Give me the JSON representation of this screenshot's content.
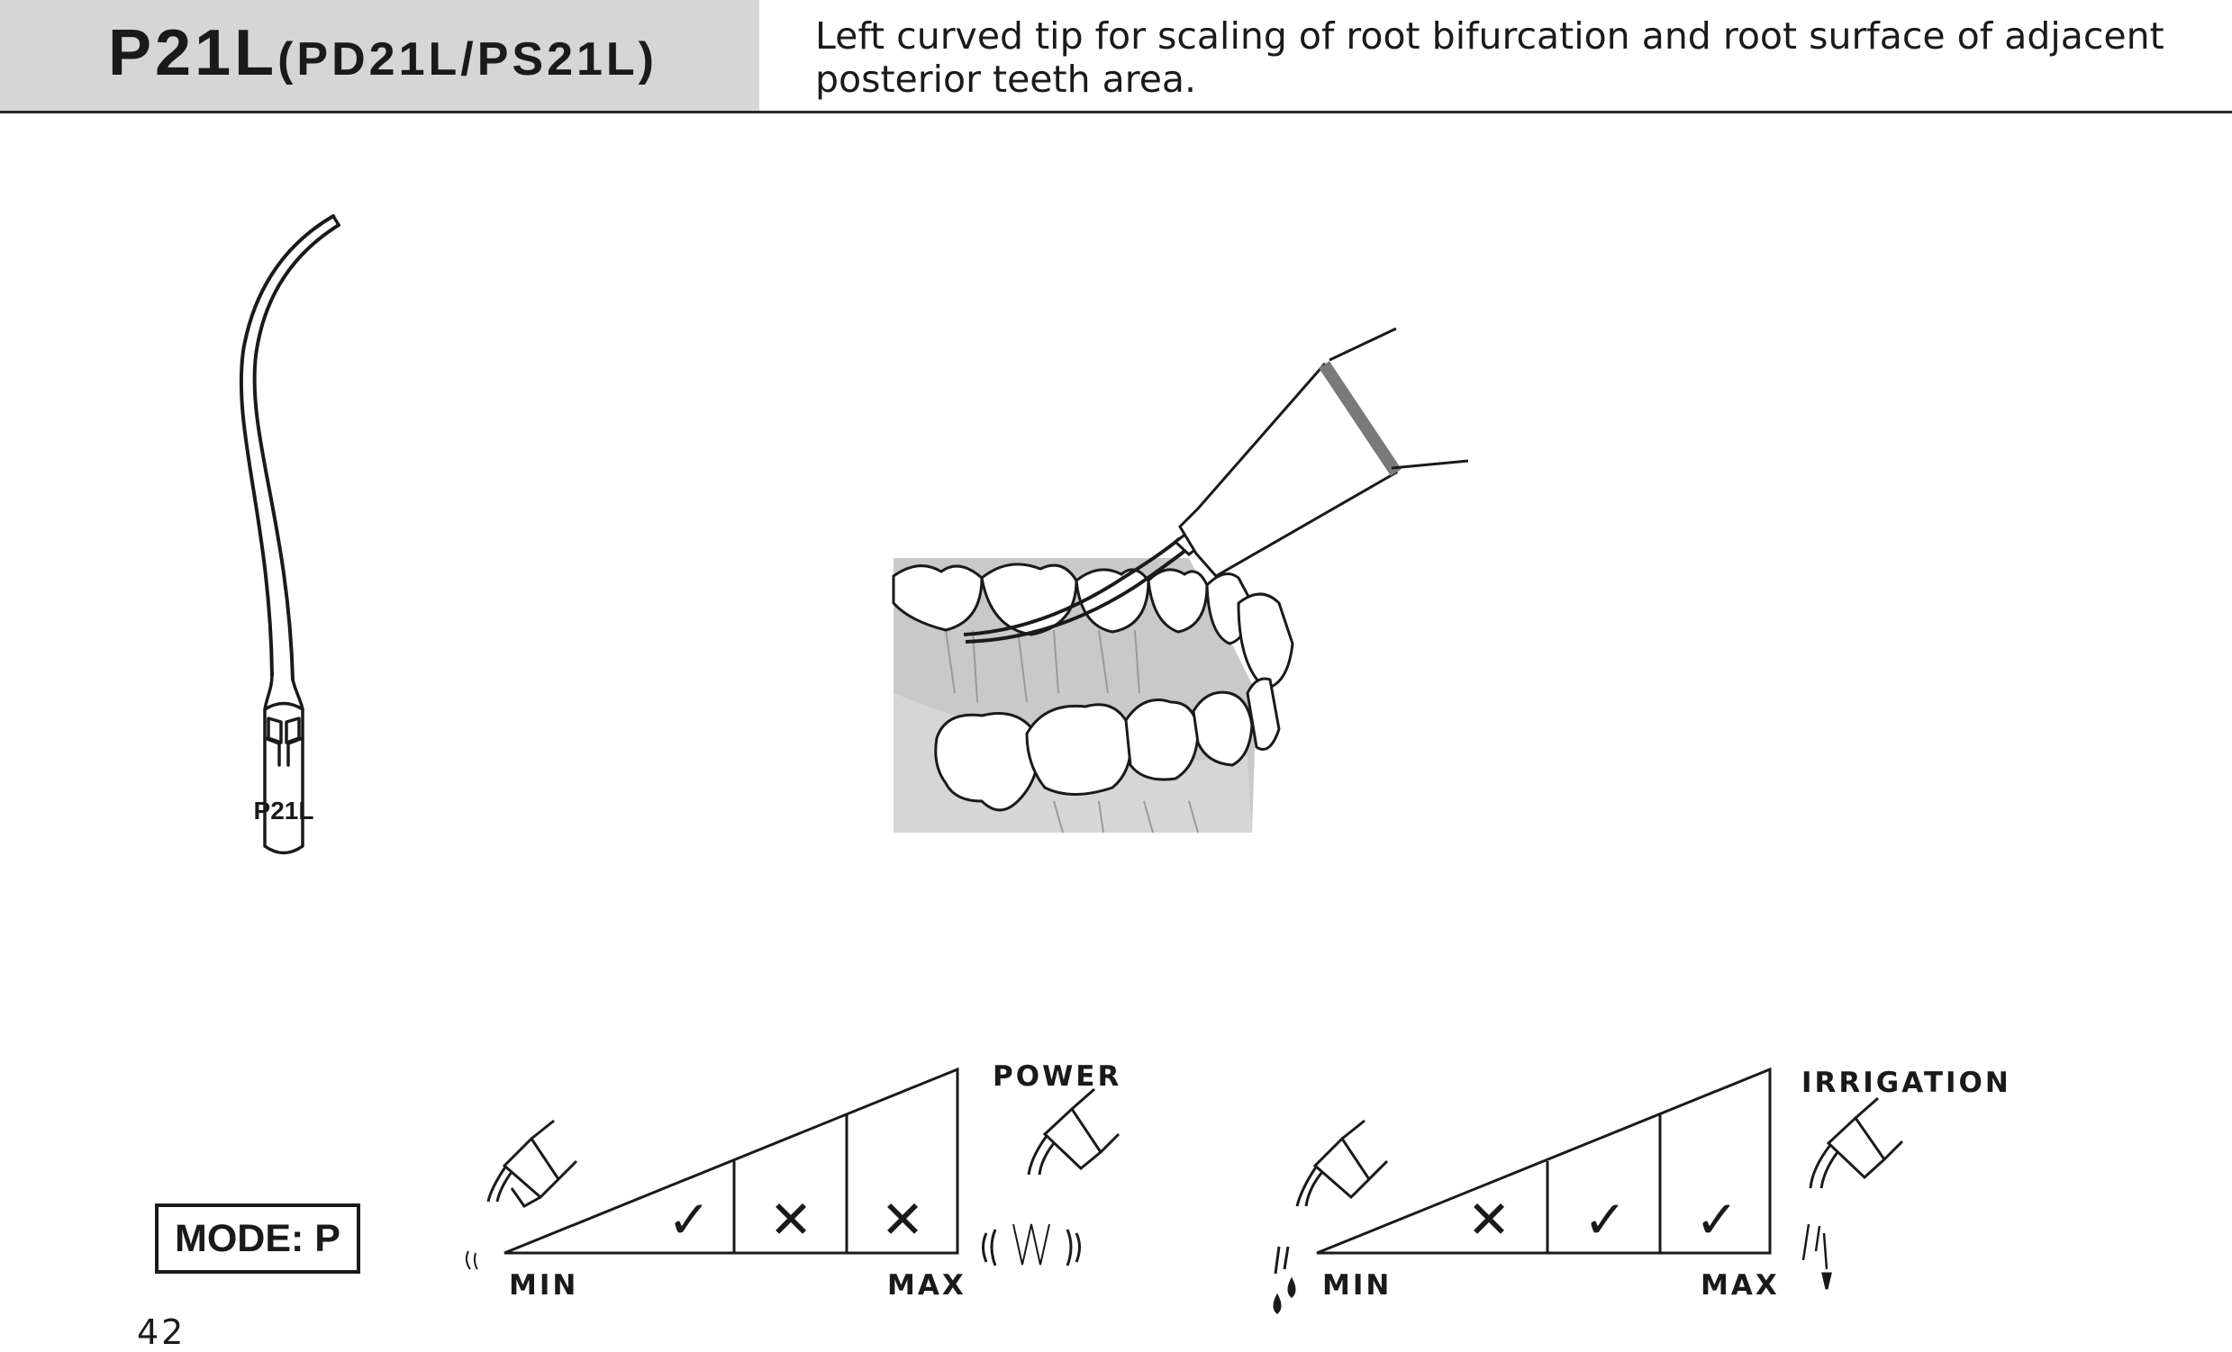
{
  "header": {
    "model": "P21L",
    "variants": "(PD21L/PS21L)",
    "description": "Left curved tip for scaling of root bifurcation and root surface of adjacent posterior teeth area."
  },
  "tip_drawing": {
    "engraving": "P21L"
  },
  "mode": {
    "label": "MODE: P"
  },
  "page_number": "42",
  "power_chart": {
    "title": "POWER",
    "min_label": "MIN",
    "max_label": "MAX",
    "segments": [
      "check",
      "cross",
      "cross"
    ]
  },
  "irrigation_chart": {
    "title": "IRRIGATION",
    "min_label": "MIN",
    "max_label": "MAX",
    "segments": [
      "cross",
      "check",
      "check"
    ]
  },
  "icons": [
    "check-icon",
    "cross-icon",
    "handpiece-icon",
    "vibration-icon",
    "water-drop-icon"
  ]
}
